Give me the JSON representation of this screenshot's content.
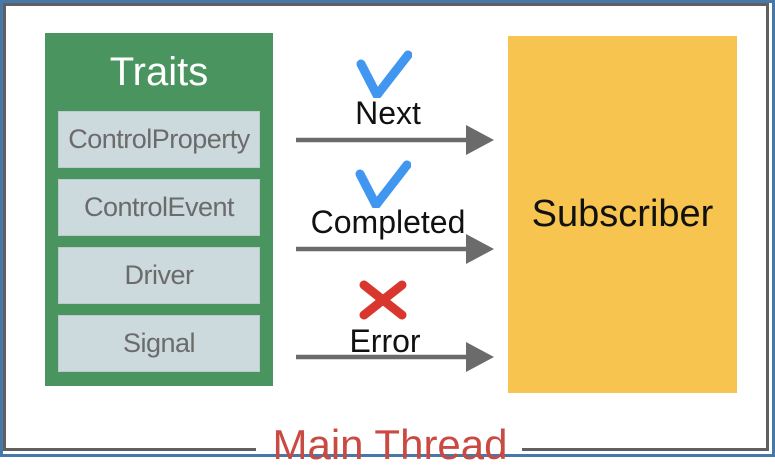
{
  "traits": {
    "title": "Traits",
    "items": [
      "ControlProperty",
      "ControlEvent",
      "Driver",
      "Signal"
    ],
    "bg_color": "#4a9460",
    "item_bg_color": "#ccd9dd",
    "item_text_color": "#6b6b6b",
    "title_color": "#ffffff"
  },
  "events": [
    {
      "label": "Next",
      "icon": "checkmark-icon",
      "icon_color": "#4196f0"
    },
    {
      "label": "Completed",
      "icon": "checkmark-icon",
      "icon_color": "#4196f0"
    },
    {
      "label": "Error",
      "icon": "cross-icon",
      "icon_color": "#d9372e"
    }
  ],
  "subscriber": {
    "label": "Subscriber",
    "bg_color": "#f6c44f"
  },
  "footer": {
    "label": "Main Thread",
    "color": "#c94a42"
  },
  "frame": {
    "outer_border_color": "#4678aa",
    "inner_border_color": "#606060"
  },
  "arrow_color": "#6b6b6b"
}
